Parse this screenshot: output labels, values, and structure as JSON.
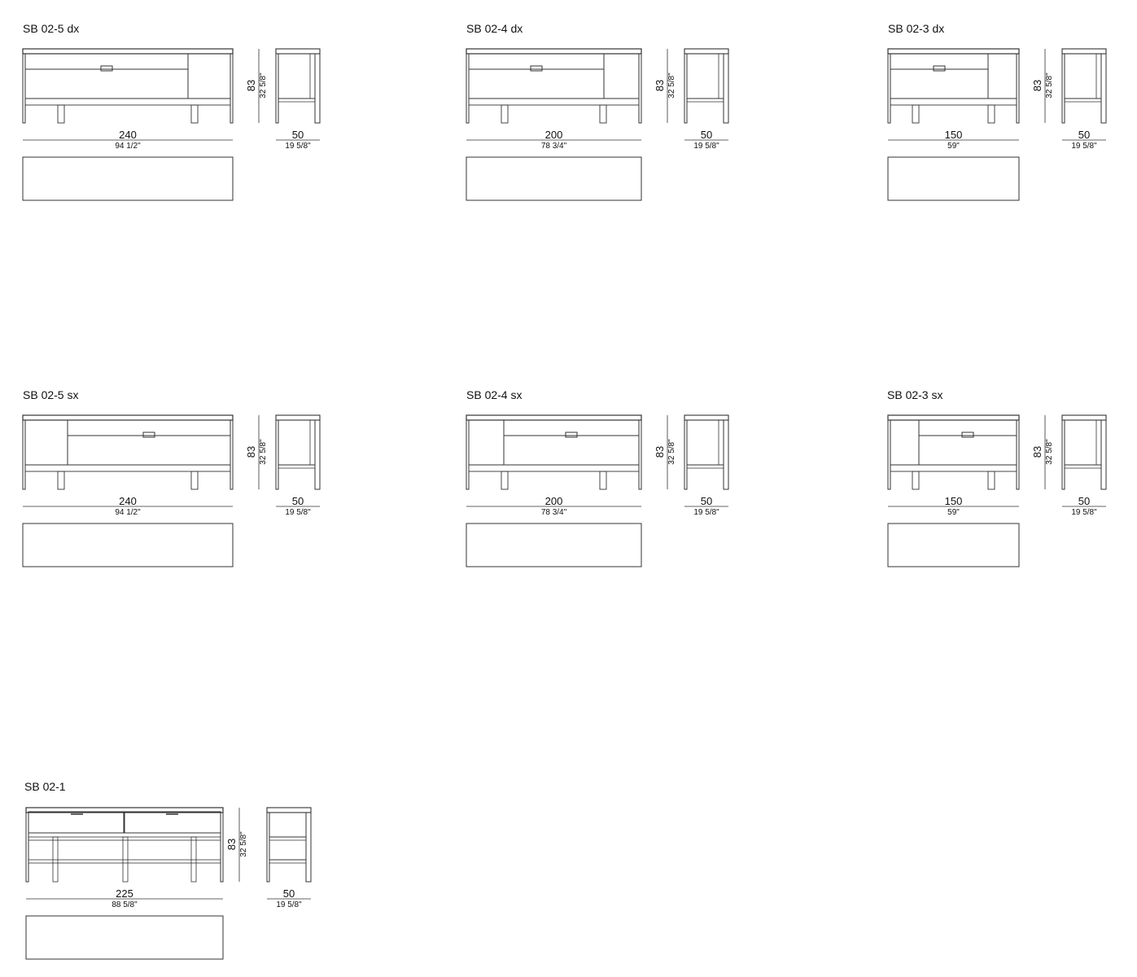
{
  "title": "",
  "models": [
    {
      "label": "SB 02-5 dx",
      "variant": "dx",
      "width_cm": "240",
      "width_in": "94 1/2\"",
      "depth_cm": "50",
      "depth_in": "19 5/8\"",
      "height_cm": "83",
      "height_in": "32 5/8\""
    },
    {
      "label": "SB 02-4 dx",
      "variant": "dx",
      "width_cm": "200",
      "width_in": "78 3/4\"",
      "depth_cm": "50",
      "depth_in": "19 5/8\"",
      "height_cm": "83",
      "height_in": "32 5/8\""
    },
    {
      "label": "SB 02-3 dx",
      "variant": "dx",
      "width_cm": "150",
      "width_in": "59\"",
      "depth_cm": "50",
      "depth_in": "19 5/8\"",
      "height_cm": "83",
      "height_in": "32 5/8\""
    },
    {
      "label": "SB 02-5 sx",
      "variant": "sx",
      "width_cm": "240",
      "width_in": "94 1/2\"",
      "depth_cm": "50",
      "depth_in": "19 5/8\"",
      "height_cm": "83",
      "height_in": "32 5/8\""
    },
    {
      "label": "SB 02-4 sx",
      "variant": "sx",
      "width_cm": "200",
      "width_in": "78 3/4\"",
      "depth_cm": "50",
      "depth_in": "19 5/8\"",
      "height_cm": "83",
      "height_in": "32 5/8\""
    },
    {
      "label": "SB 02-3 sx",
      "variant": "sx",
      "width_cm": "150",
      "width_in": "59\"",
      "depth_cm": "50",
      "depth_in": "19 5/8\"",
      "height_cm": "83",
      "height_in": "32 5/8\""
    },
    {
      "label": "SB 02-1",
      "variant": "open",
      "width_cm": "225",
      "width_in": "88 5/8\"",
      "depth_cm": "50",
      "depth_in": "19 5/8\"",
      "height_cm": "83",
      "height_in": "32 5/8\""
    }
  ],
  "colors": {
    "line": "#333333",
    "text": "#111111",
    "background": "#ffffff"
  }
}
